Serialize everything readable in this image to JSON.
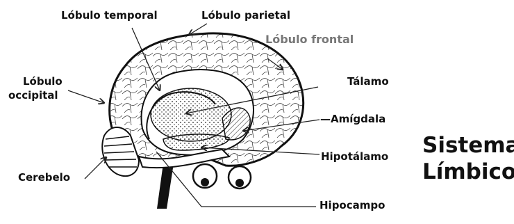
{
  "labels": {
    "temporal": "Lóbulo temporal",
    "parietal": "Lóbulo parietal",
    "frontal": "Lóbulo frontal",
    "occipital_1": "Lóbulo",
    "occipital_2": "occipital",
    "talamo": "Tálamo",
    "amigdala": "—Amígdala",
    "hipotalamo": "Hipotálamo",
    "cerebelo": "Cerebelo",
    "hipocampo": "Hipocampo"
  },
  "title": {
    "line1": "Sistema",
    "line2": "Límbico"
  },
  "colors": {
    "ink": "#111111",
    "frontal_label": "#777777",
    "background": "#ffffff"
  }
}
